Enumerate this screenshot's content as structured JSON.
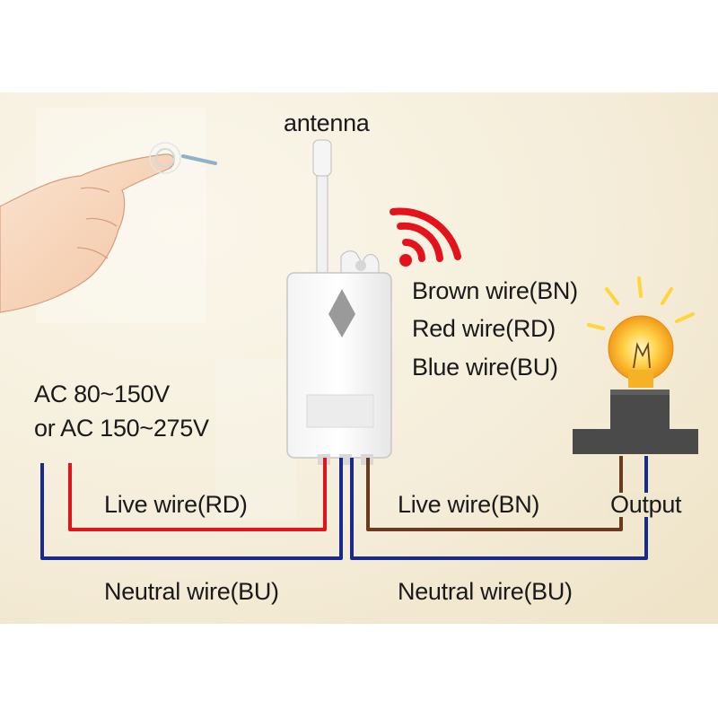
{
  "labels": {
    "antenna": "antenna",
    "brown_wire": "Brown wire(BN)",
    "red_wire": "Red wire(RD)",
    "blue_wire": "Blue wire(BU)",
    "ac_line1": "AC 80~150V",
    "ac_line2": "or AC 150~275V",
    "live_rd": "Live wire(RD)",
    "live_bn": "Live wire(BN)",
    "output": "Output",
    "neutral_left": "Neutral wire(BU)",
    "neutral_right": "Neutral wire(BU)"
  },
  "colors": {
    "background": "#f4ecd9",
    "red_wire": "#e0141b",
    "blue_wire": "#1a2a8c",
    "brown_wire": "#6b3a1c",
    "signal": "#e3121b",
    "socket": "#4a4a4a",
    "bulb_glow": "#ffc93a"
  },
  "icons": {
    "hand": "pointing-hand-icon",
    "signal": "wireless-signal-icon",
    "receiver": "receiver-module-icon",
    "bulb": "light-bulb-icon"
  }
}
